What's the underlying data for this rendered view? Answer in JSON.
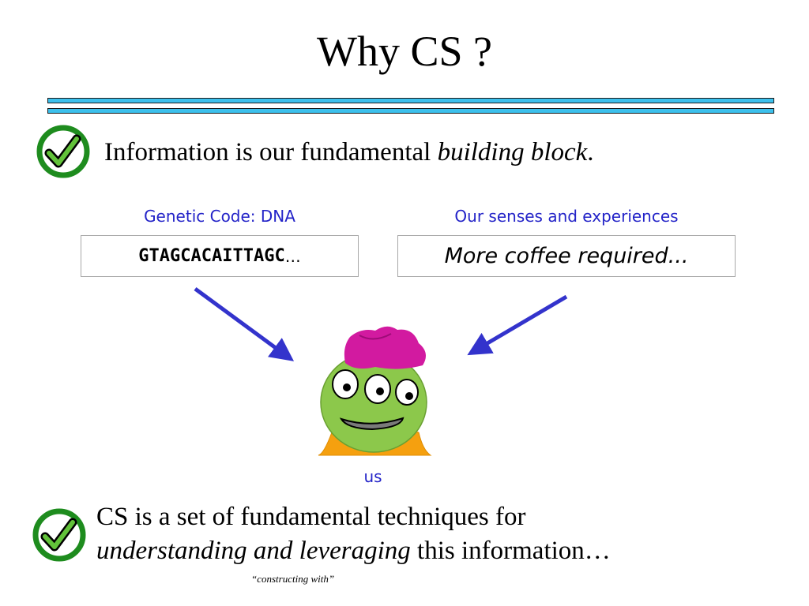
{
  "slide": {
    "title": "Why CS ?",
    "bullet1": {
      "prefix": "Information is our fundamental ",
      "emphasis": "building block",
      "suffix": "."
    },
    "dna_caption": "Genetic Code: DNA",
    "dna_sequence": "GTAGCACAITTAGC",
    "dna_ellipsis": "…",
    "senses_caption": "Our senses and experiences",
    "senses_text": "More coffee required...",
    "creature_label": "us",
    "bullet2": {
      "line1": "CS is a set of fundamental techniques for",
      "emphasis": "understanding and leveraging",
      "suffix": " this information…"
    },
    "note": "“constructing with”"
  },
  "colors": {
    "bar": "#3cc0ec",
    "check_ring": "#1e8c1e",
    "caption_blue": "#2323c8",
    "arrow_blue": "#3333cc",
    "creature_green": "#8cc84b",
    "hat_magenta": "#d21aa0",
    "collar_orange": "#f5a00f"
  }
}
